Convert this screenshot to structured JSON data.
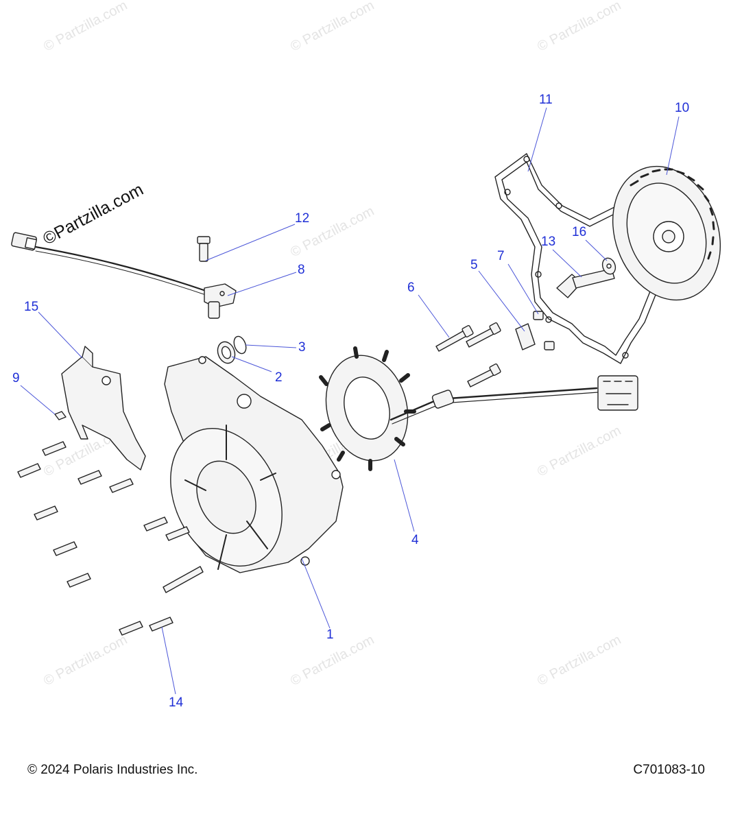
{
  "callouts": [
    "1",
    "2",
    "3",
    "4",
    "5",
    "6",
    "7",
    "8",
    "9",
    "10",
    "11",
    "12",
    "13",
    "14",
    "15",
    "16"
  ],
  "watermark_text": "© Partzilla.com",
  "brand_logo": "©Partzilla.com",
  "footer": {
    "copyright": "© 2024 Polaris Industries Inc.",
    "drawing_id": "C701083-10"
  },
  "colors": {
    "callout": "#1f2fd6",
    "leader": "#4a55d8",
    "line_art": "#222222",
    "watermark": "#e4e4e4"
  }
}
